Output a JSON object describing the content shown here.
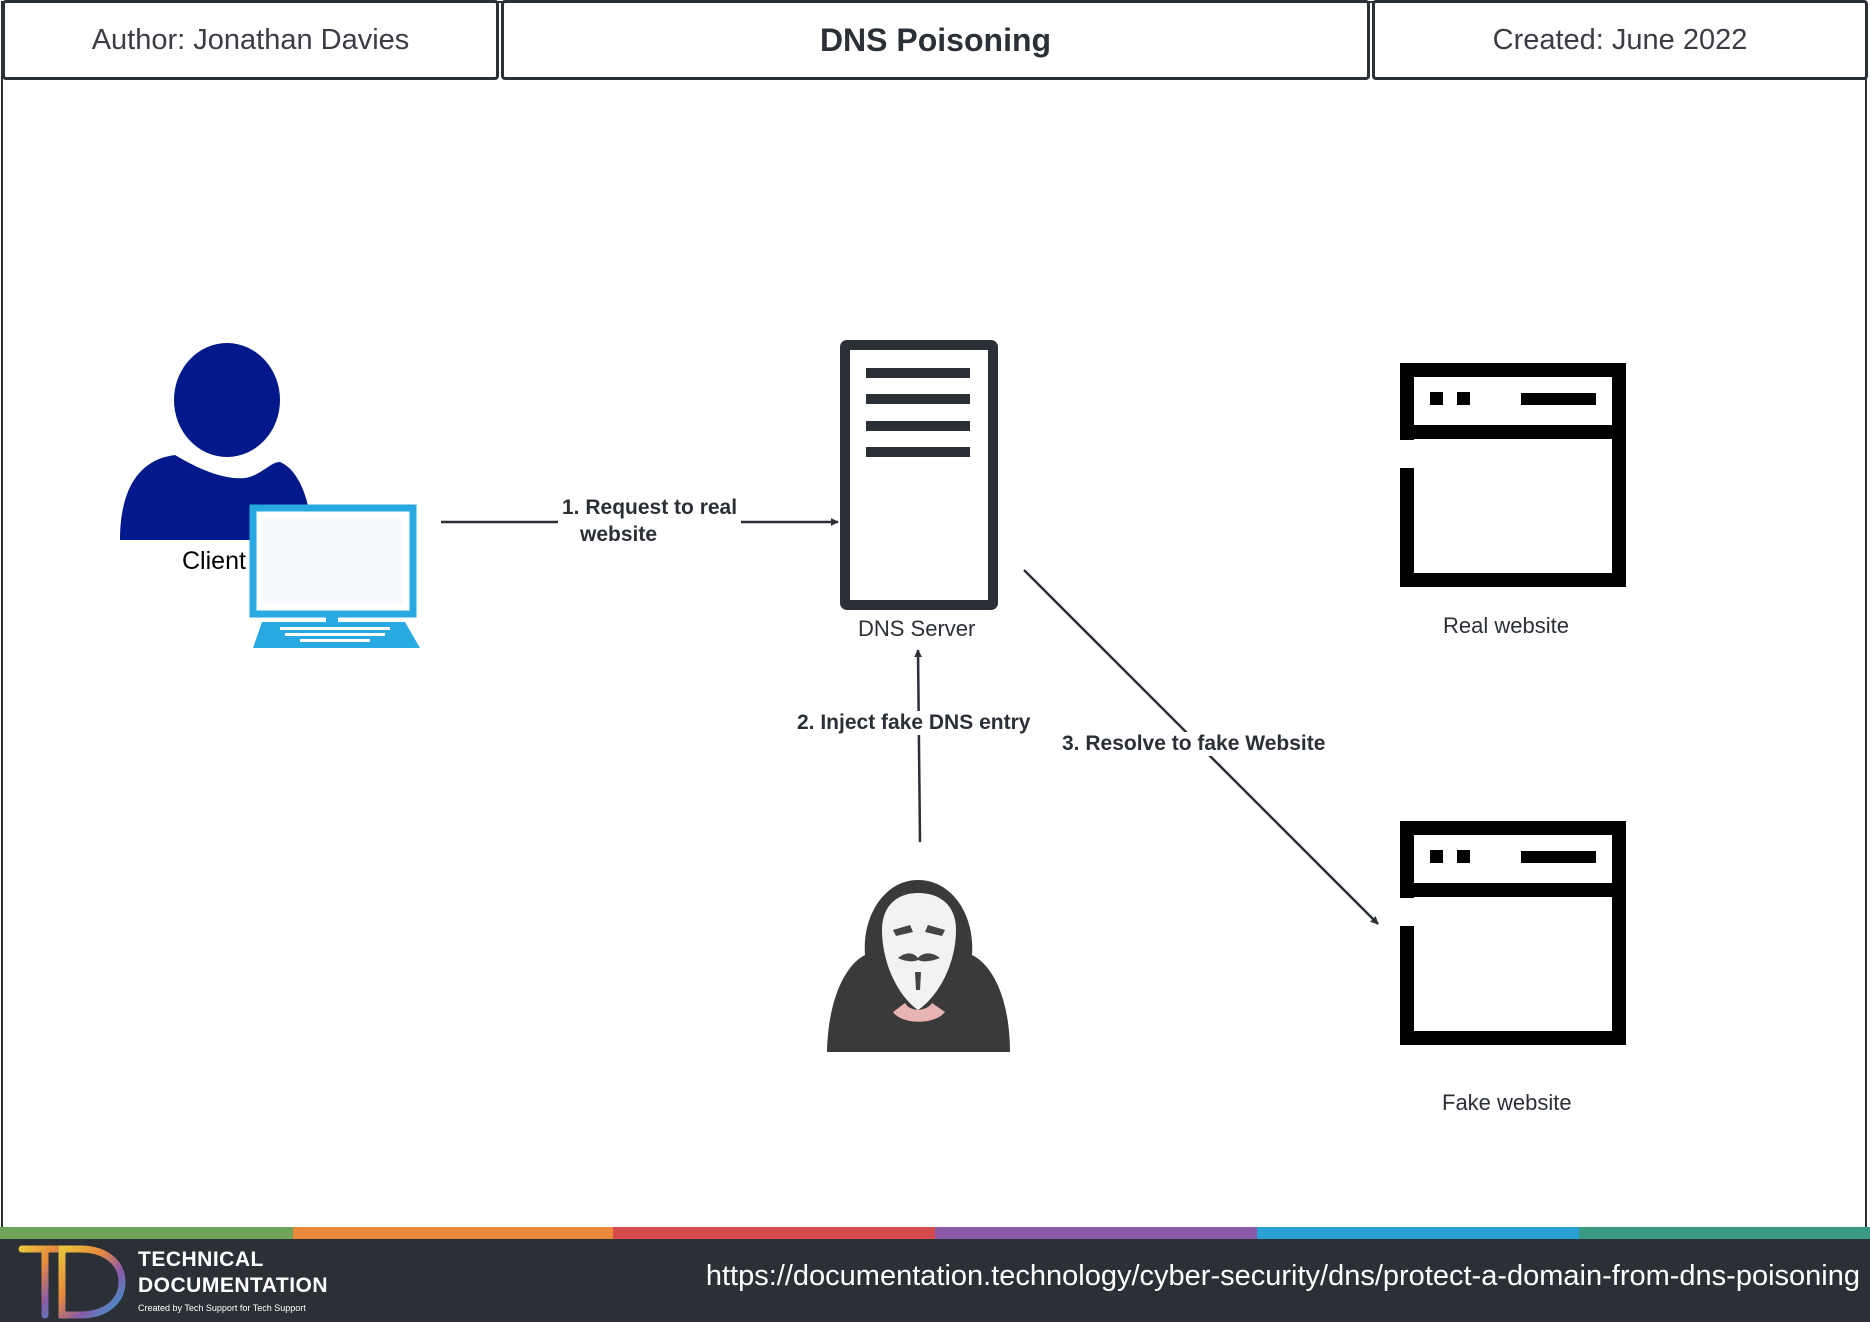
{
  "header": {
    "author": "Author: Jonathan Davies",
    "title": "DNS Poisoning",
    "created": "Created: June 2022"
  },
  "nodes": {
    "client": "Client",
    "dns_server": "DNS Server",
    "real_website": "Real website",
    "fake_website": "Fake website"
  },
  "edges": {
    "request": "1. Request to real website",
    "request_line1": "1. Request to real",
    "request_line2": "website",
    "inject": "2. Inject fake DNS entry",
    "resolve": "3. Resolve to fake Website"
  },
  "footer": {
    "brand_line1": "TECHNICAL",
    "brand_line2": "DOCUMENTATION",
    "tagline": "Created by Tech Support for Tech Support",
    "url": "https://documentation.technology/cyber-security/dns/protect-a-domain-from-dns-poisoning",
    "stripe_colors": [
      "#6fa35a",
      "#e8893c",
      "#d64b4b",
      "#8a5aa8",
      "#2aa0d4",
      "#3b9a84"
    ]
  },
  "colors": {
    "dark": "#2b2f36",
    "person": "#02198b",
    "laptop": "#29a9e1"
  }
}
